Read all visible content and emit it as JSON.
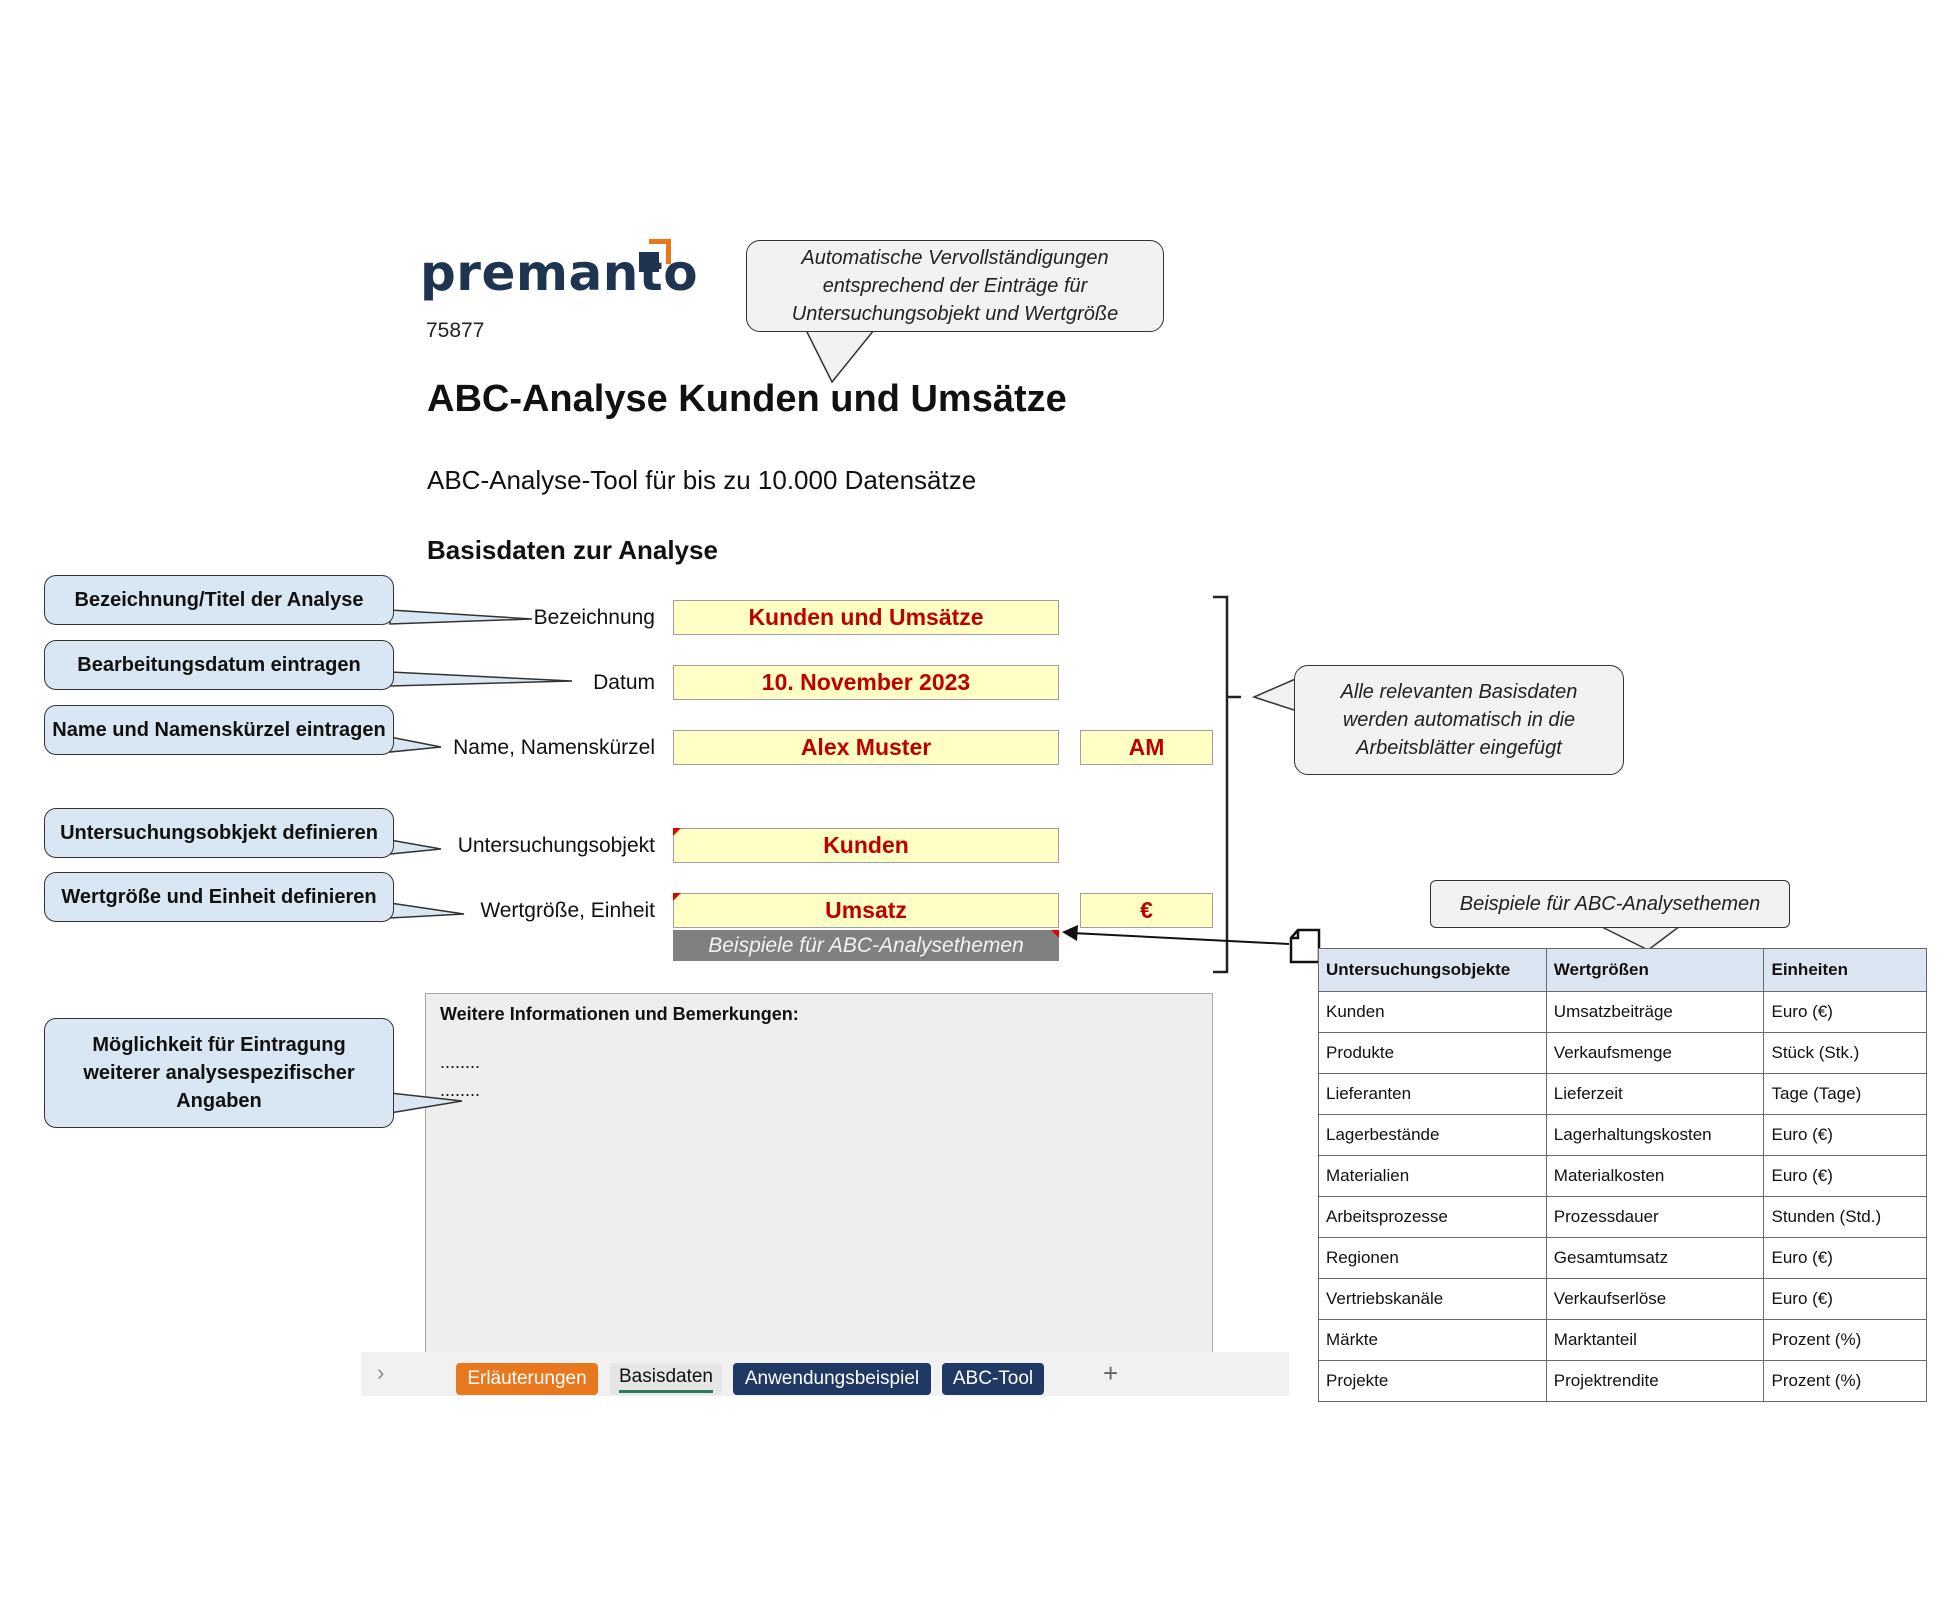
{
  "brand": {
    "logo_text": "premanto",
    "accent": "#e8781e",
    "primary": "#1f3450"
  },
  "doc_number": "75877",
  "title": "ABC-Analyse Kunden und Umsätze",
  "subtitle": "ABC-Analyse-Tool für bis zu 10.000 Datensätze",
  "section_title": "Basisdaten zur Analyse",
  "form": {
    "bezeichnung": {
      "label": "Bezeichnung",
      "value": "Kunden und Umsätze"
    },
    "datum": {
      "label": "Datum",
      "value": "10. November 2023"
    },
    "name": {
      "label": "Name, Namenskürzel",
      "value": "Alex Muster",
      "short": "AM"
    },
    "objekt": {
      "label": "Untersuchungsobjekt",
      "value": "Kunden"
    },
    "wert": {
      "label": "Wertgröße, Einheit",
      "value": "Umsatz",
      "unit": "€"
    },
    "examples_button": "Beispiele für ABC-Analysethemen"
  },
  "notes": {
    "title": "Weitere Informationen und Bemerkungen:",
    "line1": "........",
    "line2": "........"
  },
  "callouts": {
    "auto_complete": "Automatische Vervollständigungen entsprechend der Einträge für Untersuchungsobjekt und Wertgröße",
    "bezeichnung": "Bezeichnung/Titel der Analyse",
    "datum": "Bearbeitungsdatum eintragen",
    "name": "Name und Namenskürzel eintragen",
    "objekt": "Untersuchungsobkjekt definieren",
    "wert": "Wertgröße und Einheit definieren",
    "notes": "Möglichkeit für Eintragung weiterer analysespezifischer Angaben",
    "basisdaten": "Alle relevanten Basisdaten werden automatisch in die Arbeitsblätter eingefügt",
    "beispiele": "Beispiele für ABC-Analysethemen"
  },
  "tabs": {
    "nav_icon": "chevron-right-icon",
    "items": [
      "Erläuterungen",
      "Basisdaten",
      "Anwendungsbeispiel",
      "ABC-Tool"
    ],
    "active": "Basisdaten",
    "add_icon": "plus-icon",
    "add": "+"
  },
  "examples_table": {
    "headers": [
      "Untersuchungsobjekte",
      "Wertgrößen",
      "Einheiten"
    ],
    "rows": [
      [
        "Kunden",
        "Umsatzbeiträge",
        "Euro (€)"
      ],
      [
        "Produkte",
        "Verkaufsmenge",
        "Stück (Stk.)"
      ],
      [
        "Lieferanten",
        "Lieferzeit",
        "Tage (Tage)"
      ],
      [
        "Lagerbestände",
        "Lagerhaltungskosten",
        "Euro (€)"
      ],
      [
        "Materialien",
        "Materialkosten",
        "Euro (€)"
      ],
      [
        "Arbeitsprozesse",
        "Prozessdauer",
        "Stunden (Std.)"
      ],
      [
        "Regionen",
        "Gesamtumsatz",
        "Euro (€)"
      ],
      [
        "Vertriebskanäle",
        "Verkaufserlöse",
        "Euro (€)"
      ],
      [
        "Märkte",
        "Marktanteil",
        "Prozent (%)"
      ],
      [
        "Projekte",
        "Projektrendite",
        "Prozent (%)"
      ]
    ]
  }
}
